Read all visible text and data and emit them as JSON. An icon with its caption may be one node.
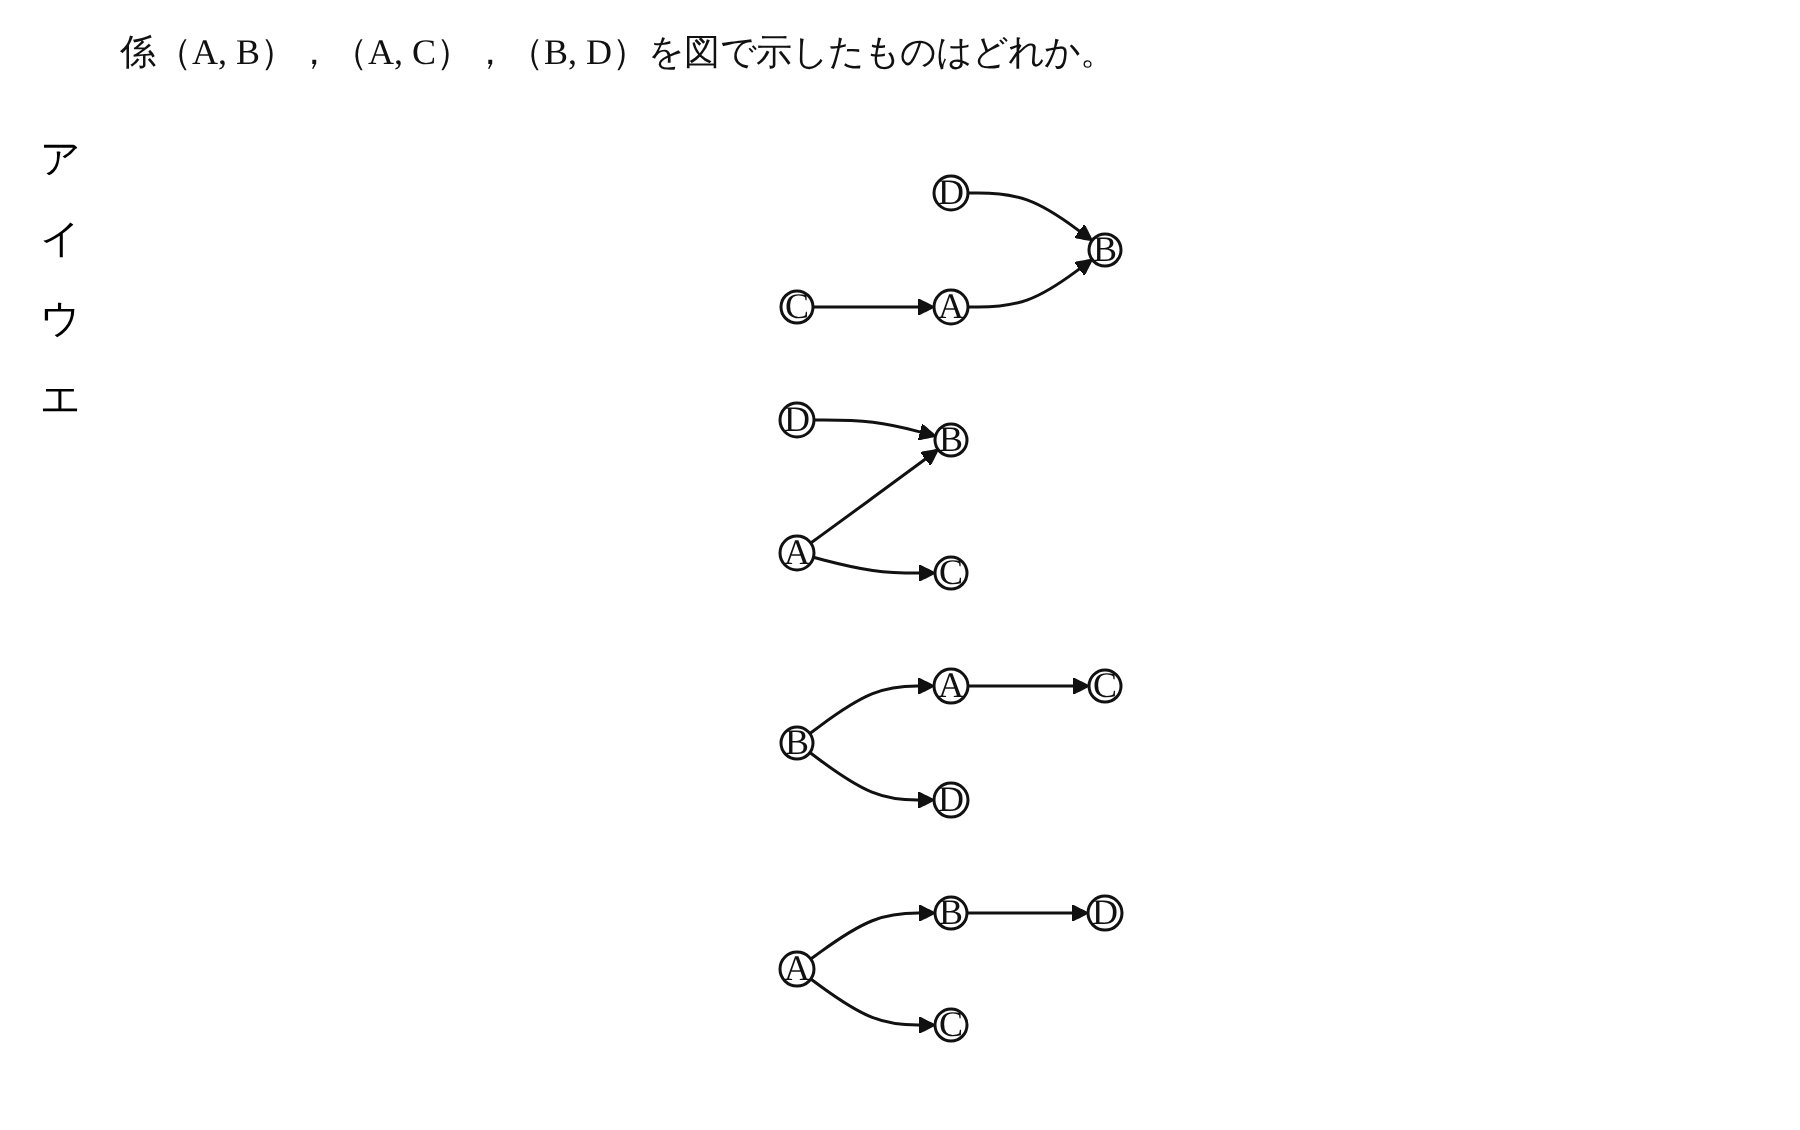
{
  "diagram": {
    "nodes": [
      {
        "text": [
          "A"
        ]
      },
      {
        "text": [
          "B"
        ]
      },
      {
        "text": [
          "D"
        ]
      },
      {
        "text": [
          "C"
        ]
      },
      {
        "text": [
          "A"
        ]
      },
      {
        "text": [
          "B"
        ]
      },
      {
        "text": [
          "D"
        ]
      },
      {
        "text": [
          "C"
        ]
      },
      {
        "text": [
          "A"
        ]
      },
      {
        "text": [
          "B"
        ]
      },
      {
        "text": [
          "D"
        ]
      },
      {
        "text": [
          "C"
        ]
      },
      {
        "text": [
          "A"
        ]
      },
      {
        "text": [
          "B"
        ]
      },
      {
        "text": [
          "D"
        ]
      },
      {
        "text": [
          "C"
        ]
      }
    ],
    "edges": [
      {
        "from": 0,
        "to": 1,
        "arrow": "to"
      },
      {
        "from": 3,
        "to": 0,
        "arrow": "to"
      },
      {
        "from": 2,
        "to": 1,
        "arrow": "to"
      },
      {
        "from": 4,
        "to": 5,
        "arrow": "to"
      },
      {
        "from": 4,
        "to": 7,
        "arrow": "to"
      },
      {
        "from": 6,
        "to": 5,
        "arrow": "to"
      },
      {
        "from": 9,
        "to": 8,
        "arrow": "to"
      },
      {
        "from": 8,
        "to": 11,
        "arrow": "to"
      },
      {
        "from": 9,
        "to": 10,
        "arrow": "to"
      },
      {
        "from": 12,
        "to": 13,
        "arrow": "to"
      },
      {
        "from": 12,
        "to": 15,
        "arrow": "to"
      },
      {
        "from": 13,
        "to": 14,
        "arrow": "to"
      }
    ],
    "labels": [
      "係（A, B），（A, C），（B, D）を図で示したものはどれか。",
      "ア",
      "イ",
      "ウ",
      "エ"
    ]
  }
}
